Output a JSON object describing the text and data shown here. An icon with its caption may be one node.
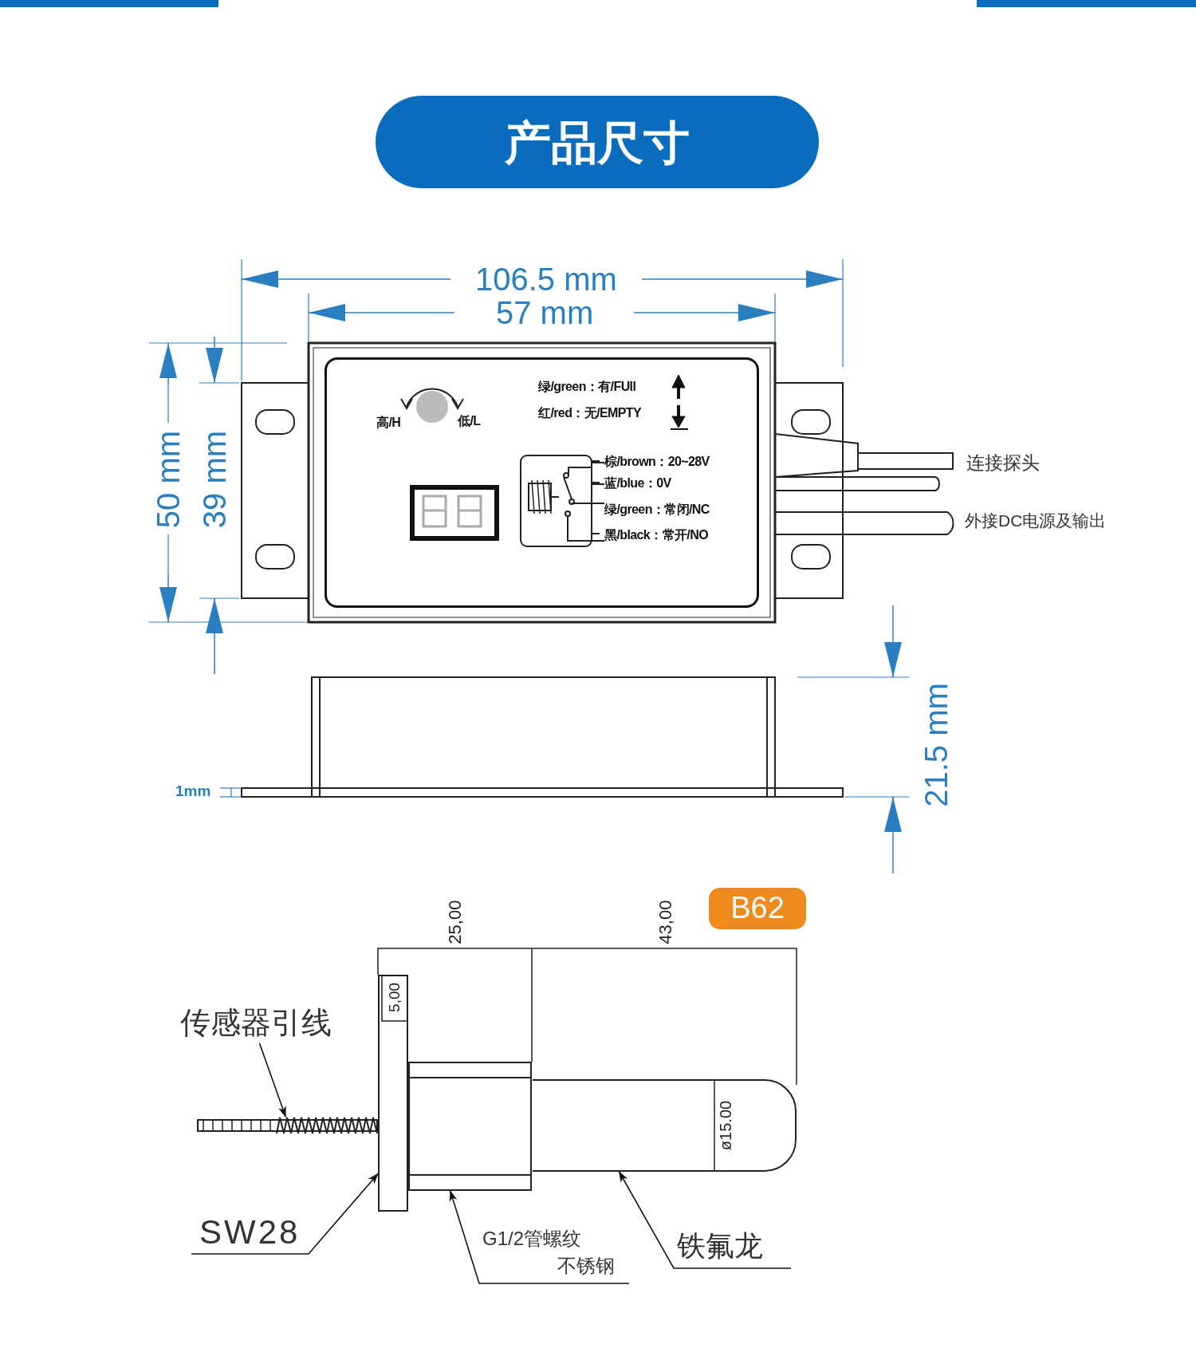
{
  "diagram": {
    "title": "产品尺寸",
    "nodes": [
      {
        "text": [
          "高/H",
          "低/L",
          "绿/green：有/FUll",
          "红/red：无/EMPTY",
          "棕/brown：20~28V",
          "蓝/blue：0V",
          "绿/green：常闭/NC",
          "黑/black：常开/NO"
        ]
      },
      {
        "text": [
          "B62"
        ]
      },
      {
        "text": [
          "传感器引线"
        ]
      },
      {
        "text": [],
        "shape": "bar"
      },
      {
        "text": [
          "SW28"
        ]
      },
      {
        "text": [],
        "shape": "box"
      },
      {
        "text": [
          "G1/2管螺纹",
          "不锈钢"
        ]
      },
      {
        "text": [],
        "shape": "box"
      },
      {
        "text": [
          "铁氟龙"
        ]
      },
      {
        "text": [],
        "shape": "cylinder"
      }
    ],
    "edges": [
      {
        "from": 2,
        "to": 3,
        "arrow": "to"
      },
      {
        "from": 4,
        "to": 5,
        "arrow": "to"
      },
      {
        "from": 6,
        "to": 7,
        "arrow": "to"
      },
      {
        "from": 8,
        "to": 9,
        "arrow": "to"
      }
    ],
    "labels": [
      "106.5 mm",
      "57 mm",
      "50 mm",
      "39 mm",
      "连接探头",
      "外接DC电源及输出",
      "21.5 mm",
      "1mm",
      "25,00",
      "43,00",
      "5,00",
      "ø15.00"
    ]
  }
}
